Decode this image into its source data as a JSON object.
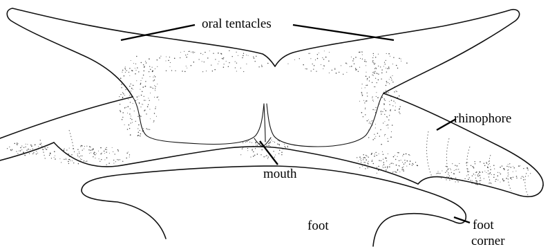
{
  "labels": {
    "oral_tentacles": "oral tentacles",
    "rhinophore": "rhinophore",
    "mouth": "mouth",
    "foot": "foot",
    "foot_corner_line1": "foot",
    "foot_corner_line2": "corner"
  }
}
